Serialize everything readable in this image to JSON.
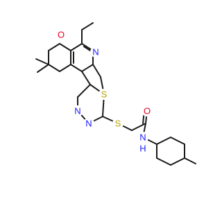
{
  "atoms": {
    "pyran_oxygen": "O",
    "pyridine_nitrogen": "N",
    "thiophene_sulfur": "S",
    "pyrimidine_nitrogen_1": "N",
    "pyrimidine_nitrogen_2": "N",
    "thioether_sulfur": "S",
    "carbonyl_oxygen": "O",
    "amide_nitrogen": "N",
    "amide_hydrogen": "H"
  },
  "colors": {
    "carbon_bond": "#1a1a1a",
    "oxygen": "#e8001c",
    "nitrogen": "#1a1aff",
    "sulfur": "#b8a000"
  }
}
